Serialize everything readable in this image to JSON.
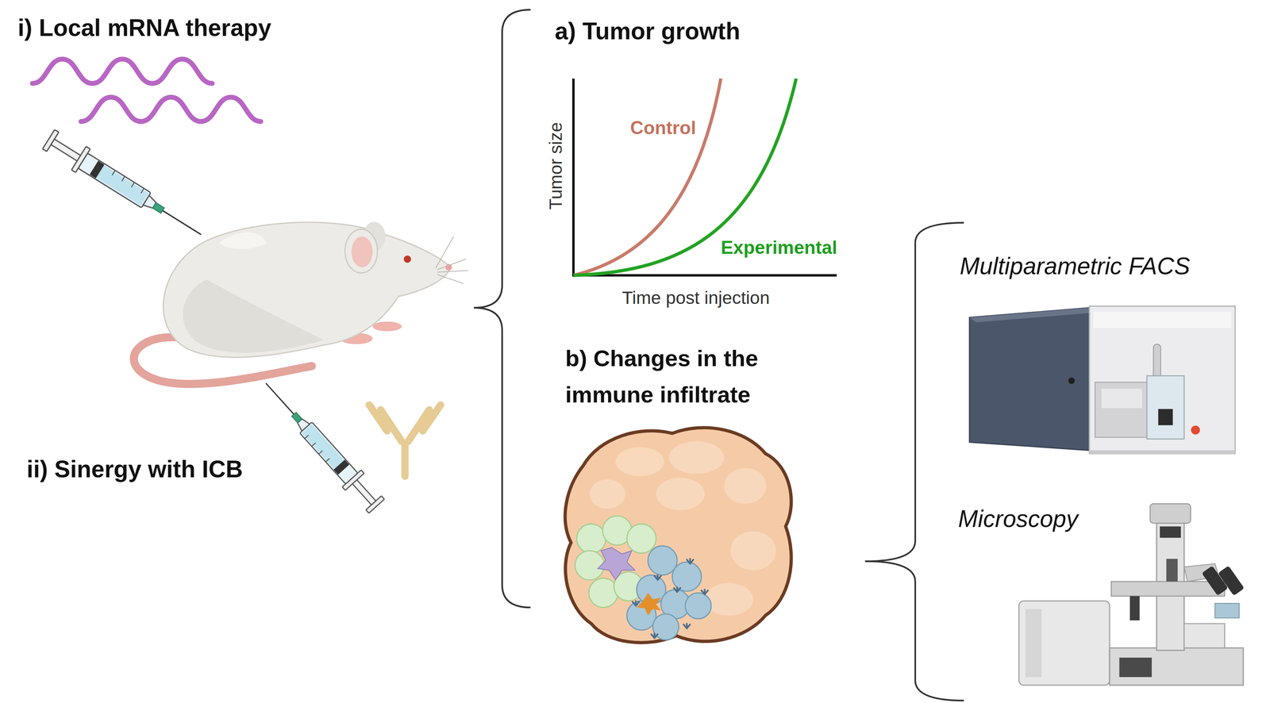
{
  "diagram": {
    "labels": [
      "i) Local mRNA therapy",
      "ii) Sinergy with ICB",
      "a) Tumor growth",
      "Tumor size",
      "Control",
      "Experimental",
      "Time post injection",
      "b) Changes in the immune infiltrate",
      "Multiparametric FACS",
      "Microscopy"
    ]
  }
}
